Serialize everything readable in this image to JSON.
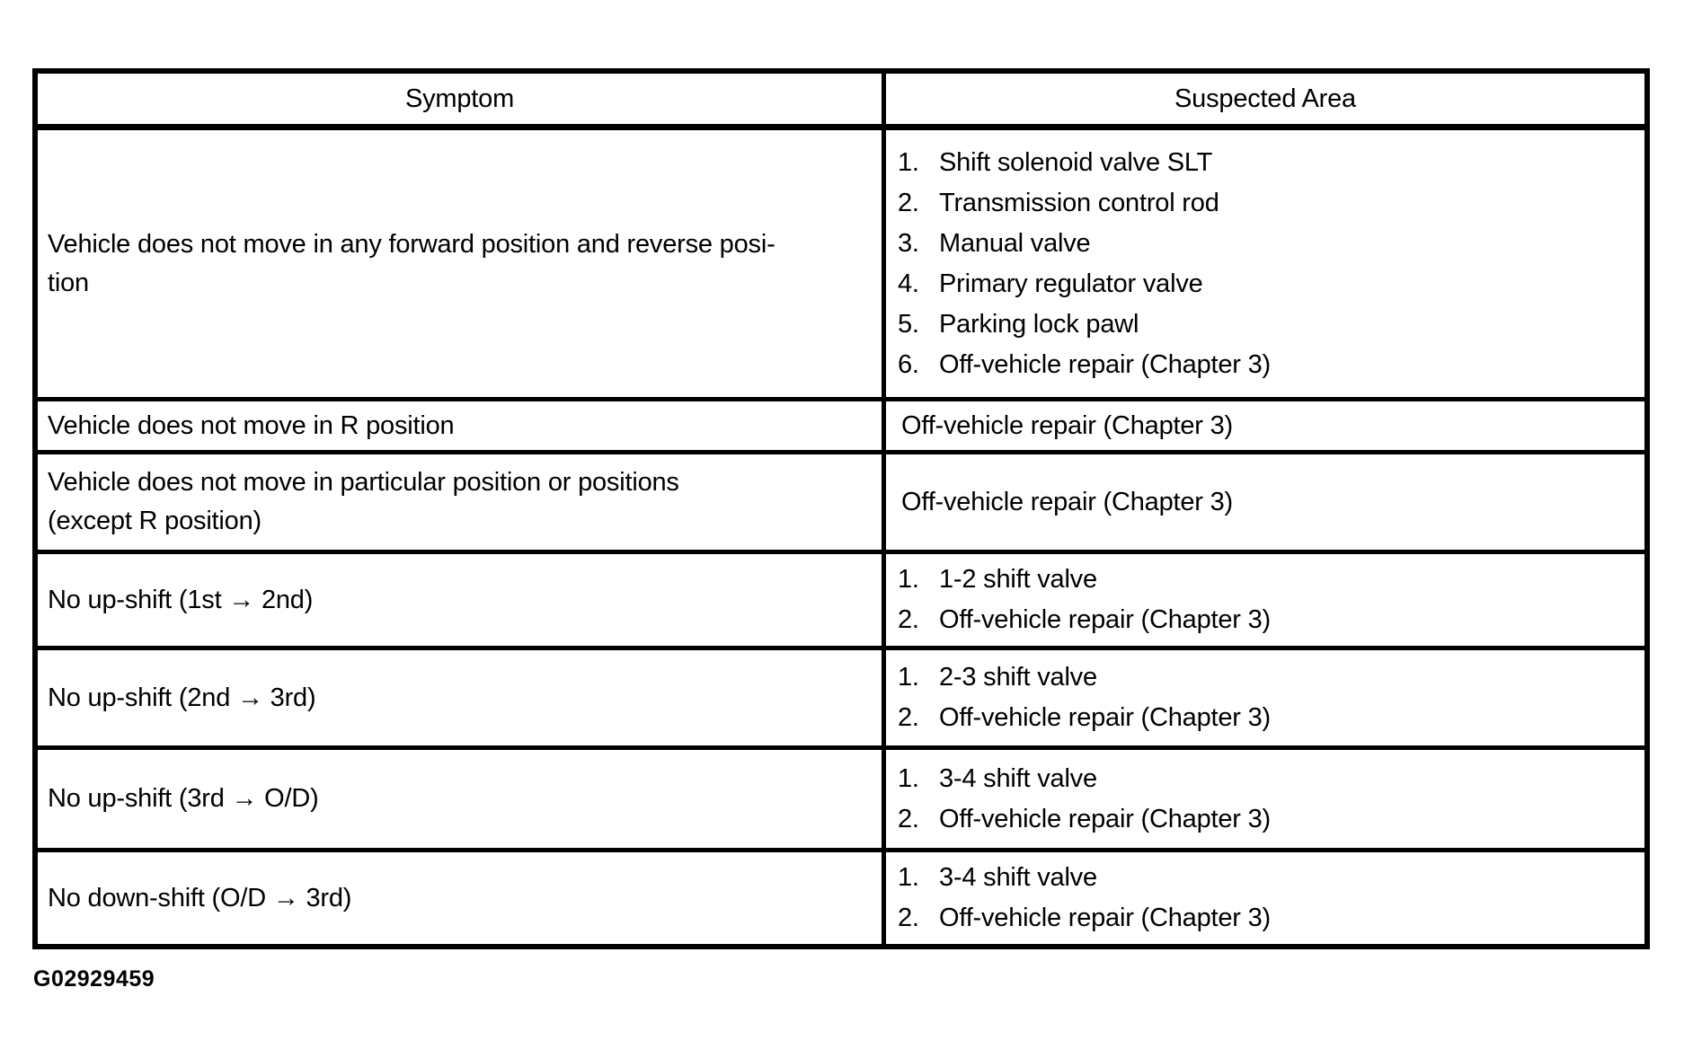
{
  "table": {
    "headers": [
      "Symptom",
      "Suspected Area"
    ],
    "rows": [
      {
        "symptom": "Vehicle does not move in any forward position and reverse posi-\ntion",
        "items": [
          {
            "num": "1.",
            "text": "Shift solenoid valve SLT"
          },
          {
            "num": "2.",
            "text": "Transmission control rod"
          },
          {
            "num": "3.",
            "text": "Manual valve"
          },
          {
            "num": "4.",
            "text": "Primary regulator valve"
          },
          {
            "num": "5.",
            "text": "Parking lock pawl"
          },
          {
            "num": "6.",
            "text": "Off-vehicle repair (Chapter 3)"
          }
        ]
      },
      {
        "symptom": "Vehicle does not move in R position",
        "suspected": "Off-vehicle repair (Chapter 3)"
      },
      {
        "symptom": "Vehicle does not move in particular position or positions\n(except R position)",
        "suspected": "Off-vehicle repair (Chapter 3)"
      },
      {
        "symptom": "No up-shift (1st → 2nd)",
        "items": [
          {
            "num": "1.",
            "text": "1-2 shift valve"
          },
          {
            "num": "2.",
            "text": "Off-vehicle repair (Chapter 3)"
          }
        ]
      },
      {
        "symptom": "No up-shift (2nd → 3rd)",
        "items": [
          {
            "num": "1.",
            "text": "2-3 shift valve"
          },
          {
            "num": "2.",
            "text": "Off-vehicle repair (Chapter 3)"
          }
        ]
      },
      {
        "symptom": "No up-shift (3rd → O/D)",
        "items": [
          {
            "num": "1.",
            "text": "3-4 shift valve"
          },
          {
            "num": "2.",
            "text": "Off-vehicle repair (Chapter 3)"
          }
        ]
      },
      {
        "symptom": "No down-shift (O/D → 3rd)",
        "items": [
          {
            "num": "1.",
            "text": "3-4 shift valve"
          },
          {
            "num": "2.",
            "text": "Off-vehicle repair (Chapter 3)"
          }
        ]
      }
    ]
  },
  "figure_code": "G02929459",
  "colors": {
    "border": "#000000",
    "text": "#000000",
    "background": "#ffffff"
  }
}
